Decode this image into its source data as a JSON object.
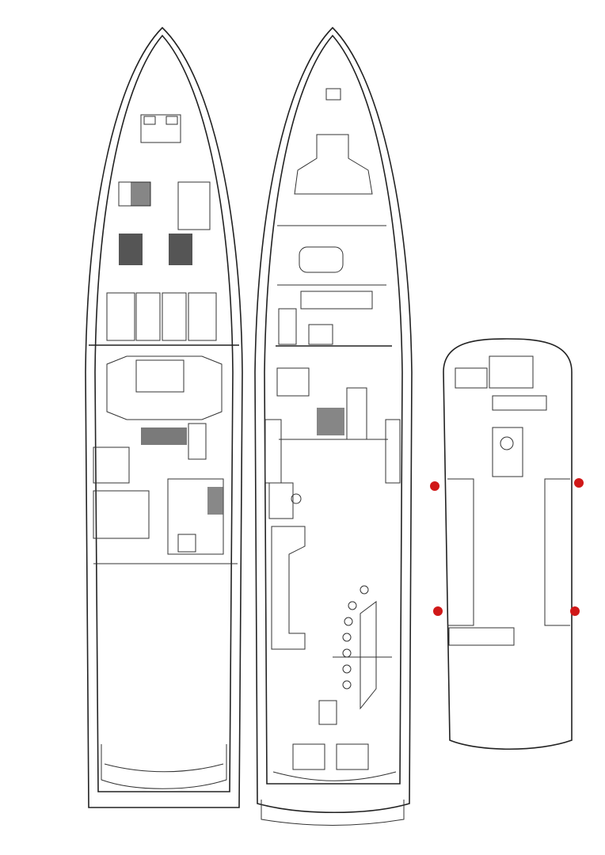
{
  "diagram": {
    "colors": {
      "line": "#222222",
      "background": "#ffffff",
      "marker": "#d01818"
    },
    "decks": [
      {
        "id": "lower-deck"
      },
      {
        "id": "main-deck"
      },
      {
        "id": "flybridge-deck",
        "markers": 4
      }
    ]
  }
}
